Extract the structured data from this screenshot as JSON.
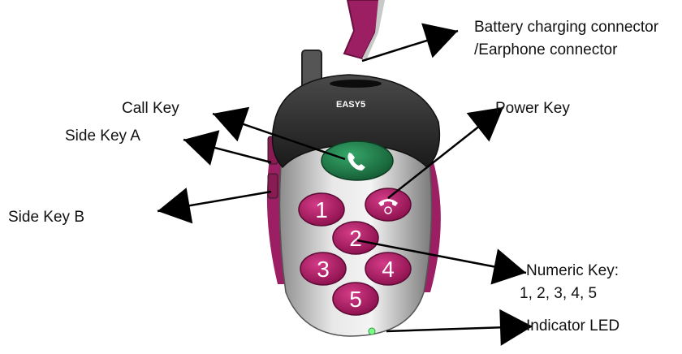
{
  "labels": {
    "charging_line1": "Battery charging connector",
    "charging_line2": "/Earphone connector",
    "call_key": "Call Key",
    "side_key_a": "Side Key A",
    "side_key_b": "Side Key B",
    "power_key": "Power Key",
    "numeric_line1": "Numeric Key:",
    "numeric_line2": "1, 2, 3, 4, 5",
    "indicator_led": "Indicator LED"
  },
  "phone": {
    "brand": "EASY5",
    "keys": [
      "1",
      "2",
      "3",
      "4",
      "5"
    ]
  },
  "colors": {
    "key_magenta": "#a3155c",
    "call_green": "#1f7a45",
    "shell_dark": "#2b2b2b",
    "body_silver": "#d6d6d6",
    "strap": "#9b1f62",
    "led": "#7cff8a"
  }
}
